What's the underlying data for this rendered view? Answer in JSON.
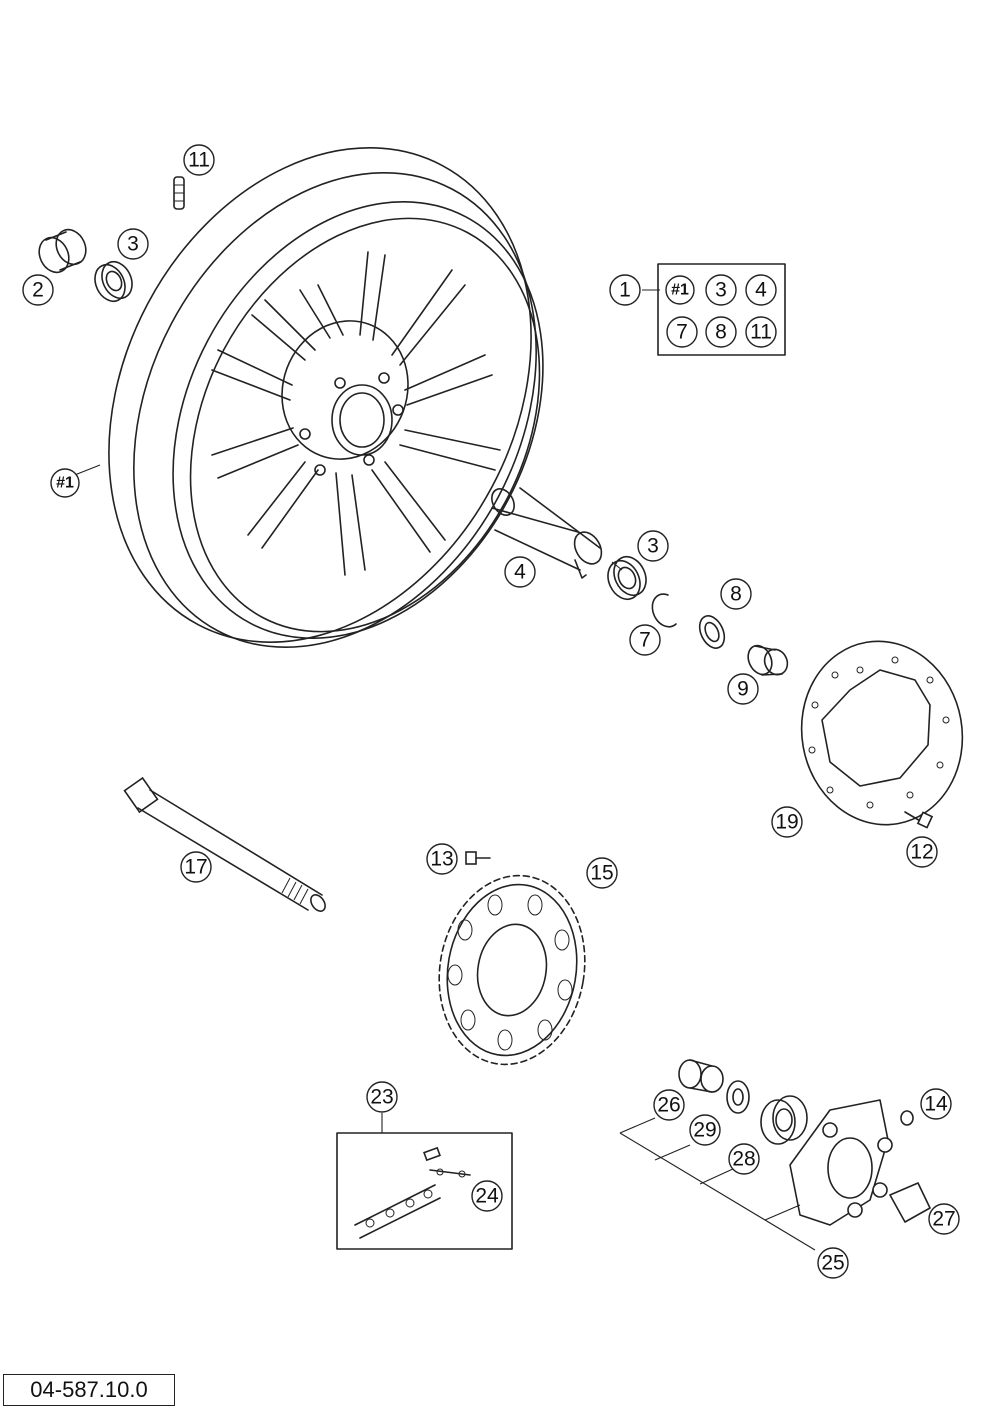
{
  "callouts": {
    "c1": "1",
    "kit_hash": "#1",
    "kit_3": "3",
    "kit_4": "4",
    "kit_7": "7",
    "kit_8": "8",
    "kit_11": "11",
    "c11_top": "11",
    "c2": "2",
    "c3_top": "3",
    "c_hash_rim": "#1",
    "c4": "4",
    "c3_mid": "3",
    "c7": "7",
    "c8": "8",
    "c9": "9",
    "c19": "19",
    "c12": "12",
    "c17": "17",
    "c13": "13",
    "c15": "15",
    "c23": "23",
    "c24": "24",
    "c26": "26",
    "c29": "29",
    "c28": "28",
    "c14": "14",
    "c27": "27",
    "c25": "25"
  },
  "document_number": "04-587.10.0"
}
